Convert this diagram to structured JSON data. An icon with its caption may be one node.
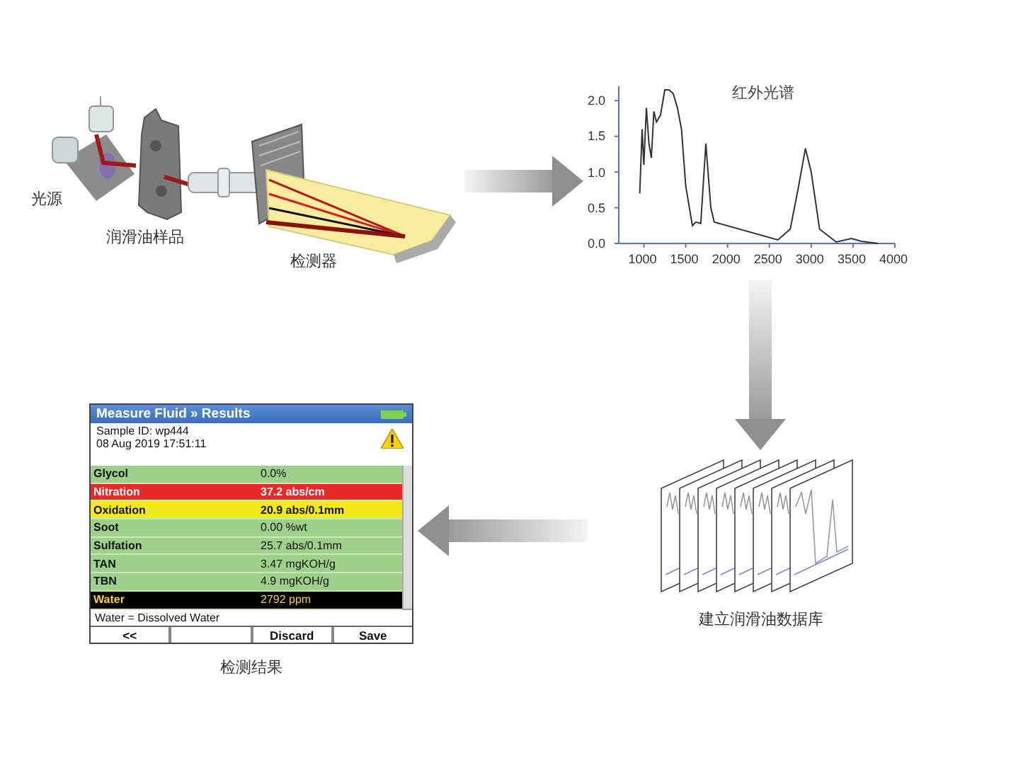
{
  "diagram": {
    "nodes": [
      {
        "text": [],
        "shape": "picture"
      },
      {
        "text": [
          "红外光谱"
        ]
      },
      {
        "text": [
          "建立润滑油数据库"
        ]
      },
      {
        "text": [
          "检测结果"
        ]
      }
    ],
    "edges": [
      {
        "from": 0,
        "to": 1,
        "arrow": "to"
      },
      {
        "from": 1,
        "to": 2,
        "arrow": "to"
      },
      {
        "from": 2,
        "to": 3,
        "arrow": "to"
      }
    ],
    "labels": [
      "光源",
      "润滑油样品",
      "检测器",
      "Measure Fluid » Results",
      "Sample ID: wp444",
      "08 Aug 2019 17:51:11",
      "Glycol",
      "0.0%",
      "Nitration",
      "37.2 abs/cm",
      "Oxidation",
      "20.9 abs/0.1mm",
      "Soot",
      "0.00 %wt",
      "Sulfation",
      "25.7 abs/0.1mm",
      "TAN",
      "3.47 mgKOH/g",
      "TBN",
      "4.9 mgKOH/g",
      "Water",
      "2792 ppm",
      "Water = Dissolved Water",
      "<<",
      "Discard",
      "Save"
    ],
    "chart_data": {
      "type": "line",
      "x": [
        950,
        980,
        1000,
        1030,
        1060,
        1090,
        1120,
        1150,
        1200,
        1250,
        1300,
        1350,
        1400,
        1450,
        1500,
        1580,
        1620,
        1680,
        1740,
        1800,
        1840,
        2600,
        2750,
        2850,
        2930,
        3000,
        3100,
        3300,
        3480,
        3600,
        3800
      ],
      "series": [
        {
          "color": "#333333",
          "values": [
            0.7,
            1.6,
            1.1,
            1.9,
            1.4,
            1.2,
            1.85,
            1.7,
            1.8,
            2.15,
            2.15,
            2.1,
            1.9,
            1.6,
            0.8,
            0.25,
            0.3,
            0.28,
            1.4,
            0.5,
            0.3,
            0.05,
            0.2,
            0.8,
            1.33,
            1.0,
            0.2,
            0.02,
            0.07,
            0.03,
            0.0
          ]
        }
      ],
      "xlim": [
        700,
        4000
      ],
      "ylim": [
        0,
        2.2
      ],
      "xticks": [
        1000,
        1500,
        2000,
        2500,
        3000,
        3500,
        4000
      ],
      "yticks": [
        {
          "value": 0,
          "label": "0.0"
        },
        {
          "value": 0.5,
          "label": "0.5"
        },
        {
          "value": 1,
          "label": "1.0"
        },
        {
          "value": 1.5,
          "label": "1.5"
        },
        {
          "value": 2,
          "label": "2.0"
        }
      ]
    }
  }
}
